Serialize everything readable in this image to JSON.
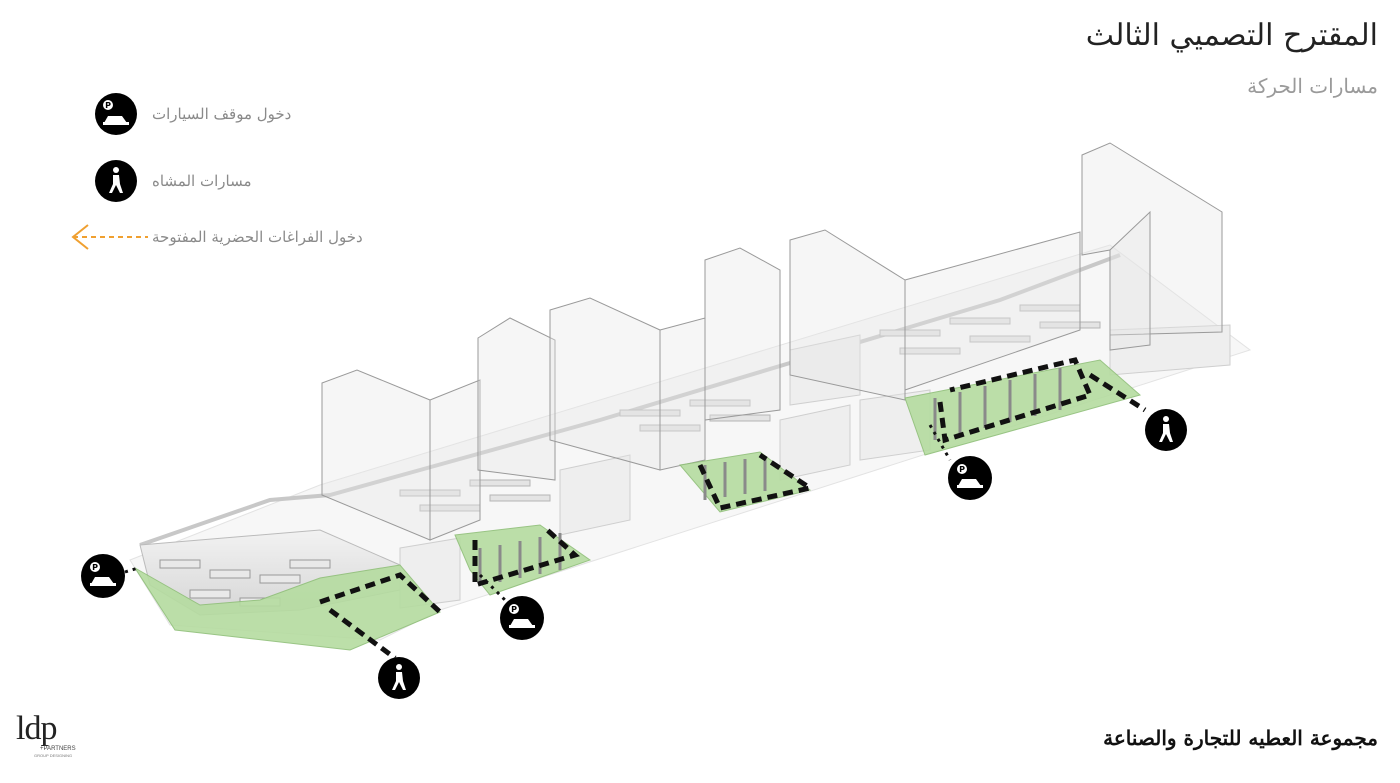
{
  "header": {
    "title": "المقترح التصميي الثالث",
    "subtitle": "مسارات الحركة"
  },
  "legend": [
    {
      "label": "دخول موقف السيارات",
      "icon": "parking-icon"
    },
    {
      "label": "مسارات المشاه",
      "icon": "pedestrian-icon"
    },
    {
      "label": "دخول الفراغات الحضرية المفتوحة",
      "icon": "arrow-left-icon",
      "color": "#f0a030"
    }
  ],
  "colors": {
    "green_zone": "#b5dca0",
    "path_line": "#111111",
    "accent_orange": "#f0a030",
    "icon_fill": "#000000"
  },
  "footer": {
    "logo_text": "ldp",
    "logo_sub": "+PARTNERS",
    "logo_sub2": "GROUP DESIGNING",
    "brand": "مجموعة العطيه للتجارة والصناعة"
  }
}
